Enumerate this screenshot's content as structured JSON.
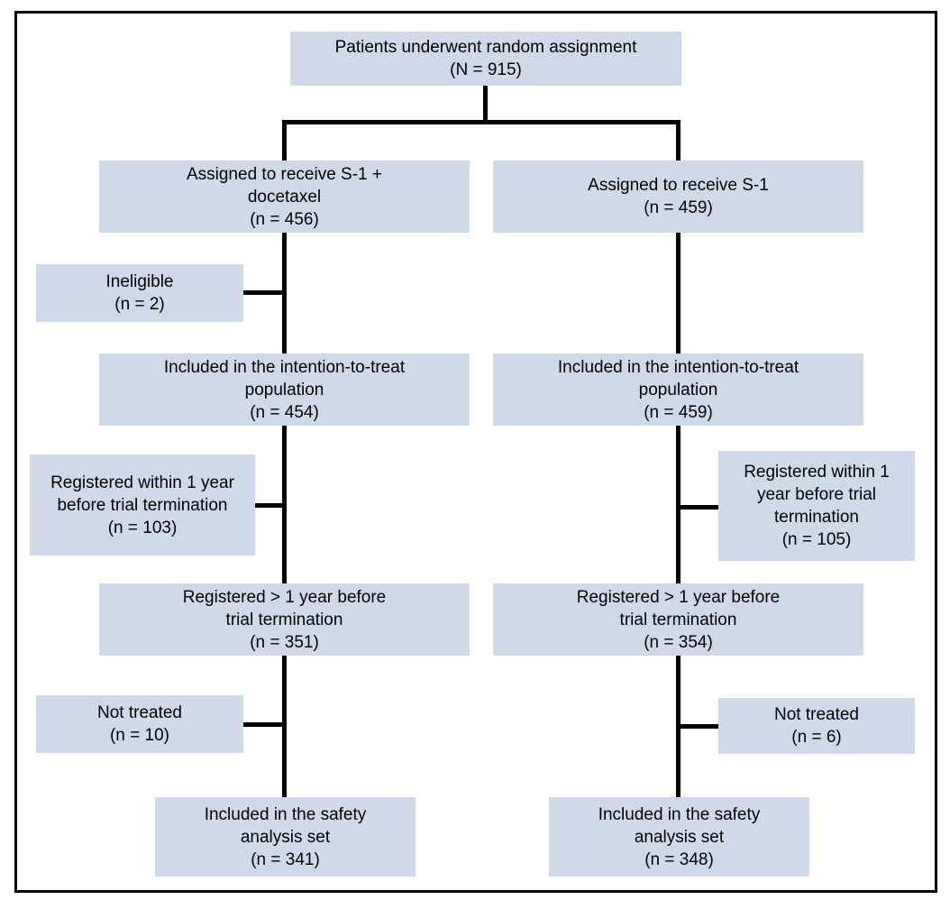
{
  "colors": {
    "box_fill": "#cfdae9",
    "line_color": "#000000",
    "background": "#ffffff",
    "text_color": "#000000"
  },
  "diagram": {
    "type": "consort-flow-diagram",
    "boxes": {
      "random_assignment": {
        "lines": [
          "Patients underwent random assignment",
          "(N = 915)"
        ]
      },
      "assigned_s1_docetaxel": {
        "lines": [
          "Assigned to receive S-1 +",
          "docetaxel",
          "(n = 456)"
        ]
      },
      "assigned_s1": {
        "lines": [
          "Assigned to receive S-1",
          "(n = 459)"
        ]
      },
      "ineligible": {
        "lines": [
          "Ineligible",
          "(n = 2)"
        ]
      },
      "itt_left": {
        "lines": [
          "Included in the intention-to-treat",
          "population",
          "(n = 454)"
        ]
      },
      "itt_right": {
        "lines": [
          "Included in the intention-to-treat",
          "population",
          "(n = 459)"
        ]
      },
      "registered_within_1yr_left": {
        "lines": [
          "Registered within 1 year",
          "before trial termination",
          "(n = 103)"
        ]
      },
      "registered_within_1yr_right": {
        "lines": [
          "Registered within 1",
          "year before trial",
          "termination",
          "(n = 105)"
        ]
      },
      "registered_over_1yr_left": {
        "lines": [
          "Registered > 1 year before",
          "trial termination",
          "(n = 351)"
        ]
      },
      "registered_over_1yr_right": {
        "lines": [
          "Registered > 1 year before",
          "trial termination",
          "(n = 354)"
        ]
      },
      "not_treated_left": {
        "lines": [
          "Not treated",
          "(n = 10)"
        ]
      },
      "not_treated_right": {
        "lines": [
          "Not treated",
          "(n = 6)"
        ]
      },
      "safety_left": {
        "lines": [
          "Included in the safety",
          "analysis set",
          "(n = 341)"
        ]
      },
      "safety_right": {
        "lines": [
          "Included in the safety",
          "analysis set",
          "(n = 348)"
        ]
      }
    }
  }
}
